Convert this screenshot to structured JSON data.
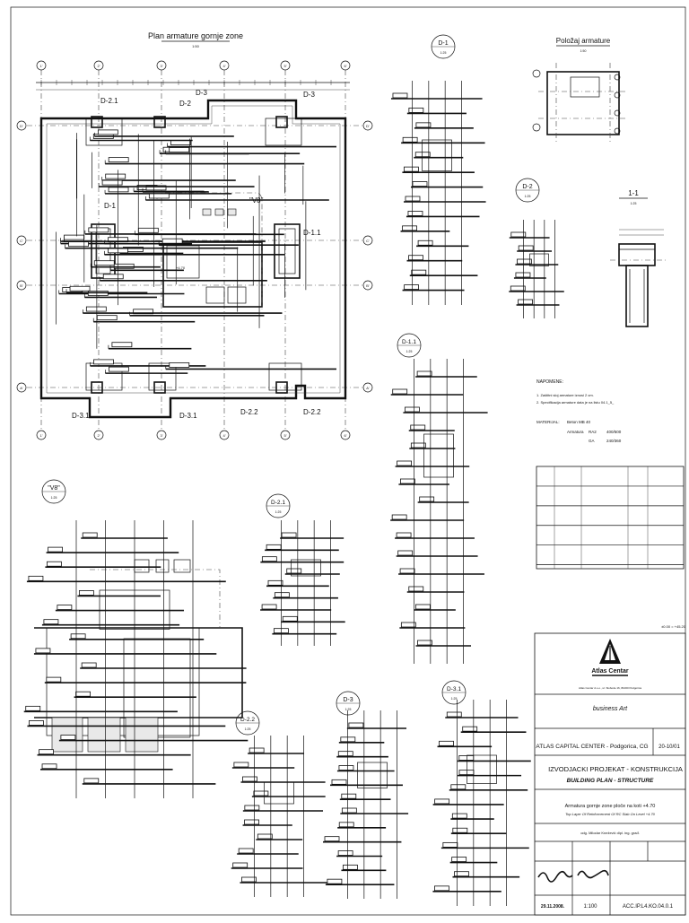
{
  "plan": {
    "title": "Plan armature gornje zone",
    "scale": "1:50",
    "axes_h": [
      "1'",
      "2'",
      "3'",
      "4'",
      "5'",
      "6'"
    ],
    "axes_v": [
      "D'",
      "C'",
      "B'",
      "A'"
    ],
    "labels": {
      "d21": "D-2.1",
      "d2": "D-2",
      "d3a": "D-3",
      "d3b": "D-3",
      "d1": "D-1",
      "d11": "D-1.1",
      "v8": "\"V8\"",
      "d31a": "D-3.1",
      "d31b": "D-3.1",
      "d22a": "D-2.2",
      "d22b": "D-2.2",
      "level": "+4.70"
    }
  },
  "detail_d1": {
    "label": "D-1",
    "scale": "1:25"
  },
  "polozaj": {
    "title": "Položaj armature",
    "scale": "1:50"
  },
  "detail_d2": {
    "label": "D-2",
    "scale": "1:25"
  },
  "section_11": {
    "label": "1-1",
    "scale": "1:25"
  },
  "detail_d11": {
    "label": "D-1.1",
    "scale": "1:25"
  },
  "notes": {
    "heading": "NAPOMENE:",
    "line1": "1. Zaštitni sloj armature iznosi 2 cm.",
    "line2": "2. Specifikacija armature data je na listu 04.1_5_",
    "material_label": "MATERIJAL:",
    "material_value": "Beton MB 40",
    "armatura_label": "Armatura",
    "ra2_label": "RA2",
    "ra2_value": "400/500",
    "ga_label": "GA",
    "ga_value": "240/360"
  },
  "detail_v8": {
    "label": "\"V8\"",
    "scale": "1:25"
  },
  "detail_d21": {
    "label": "D-2.1",
    "scale": "1:25"
  },
  "detail_d22": {
    "label": "D-2.2",
    "scale": "1:25"
  },
  "detail_d3": {
    "label": "D-3",
    "scale": "1:25"
  },
  "detail_d31": {
    "label": "D-3.1",
    "scale": "1:25"
  },
  "elevation_note": "±0.00 = +45.20",
  "title_block": {
    "company_name": "Atlas Centar",
    "company_address": "Atlas Centar d.o.o., ul. Slobode 16, 81000 Podgorica",
    "designer_name": "business Art",
    "project_name": "ATLAS CAPITAL CENTER - Podgorica, CG",
    "project_no": "20-10/01",
    "phase": "IZVODJACKI PROJEKAT - KONSTRUKCIJA",
    "phase_en": "BUILDING PLAN - STRUCTURE",
    "drawing_title": "Armatura gornje zone ploče na koti +4.70",
    "drawing_title_en": "Top Layer Of Reinforcement Of RC Slab On Level +4.70",
    "engineer": "odg. Milodar Knežević dipl. ing. građ.",
    "date": "29.11.2008.",
    "scale": "1:100",
    "sheet_no": "ACC.IP.L4.KO.04.0.1"
  },
  "rev_table": {
    "rows": 5
  },
  "colors": {
    "ink": "#111111",
    "paper": "#ffffff"
  }
}
